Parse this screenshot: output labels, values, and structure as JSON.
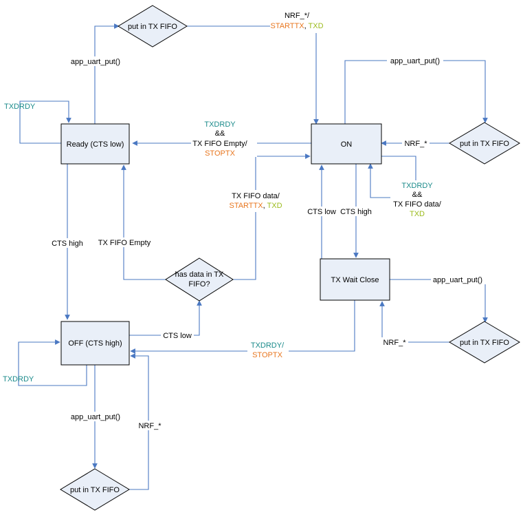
{
  "colors": {
    "event": "#1a8a8a",
    "action_start": "#e8761e",
    "action_data": "#9bbb1c",
    "plain": "#000000",
    "edge": "#4a78c2",
    "node_fill": "#e9eff8"
  },
  "nodes": {
    "ready": "Ready (CTS low)",
    "on": "ON",
    "off": "OFF (CTS high)",
    "tx_wait_close": "TX Wait Close",
    "put_top": "put in TX FIFO",
    "put_right": "put in TX FIFO",
    "put_mid_right": "put in TX FIFO",
    "put_bottom": "put in TX FIFO",
    "has_data_line1": "has data in TX",
    "has_data_line2": "FIFO?"
  },
  "labels": {
    "nrf_star_slash": "NRF_*/",
    "starttx": "STARTTX",
    "comma": ", ",
    "txd": "TXD",
    "app_uart_put": "app_uart_put()",
    "txdrdy": "TXDRDY",
    "and": "&&",
    "tx_fifo_empty_slash": "TX FIFO Empty/",
    "stoptx": "STOPTX",
    "nrf_star": "NRF_*",
    "tx_fifo_data_slash": "TX FIFO data/",
    "cts_low": "CTS low",
    "cts_high": "CTS high",
    "tx_fifo_empty": "TX FIFO Empty",
    "txdrdy_slash": "TXDRDY/"
  }
}
